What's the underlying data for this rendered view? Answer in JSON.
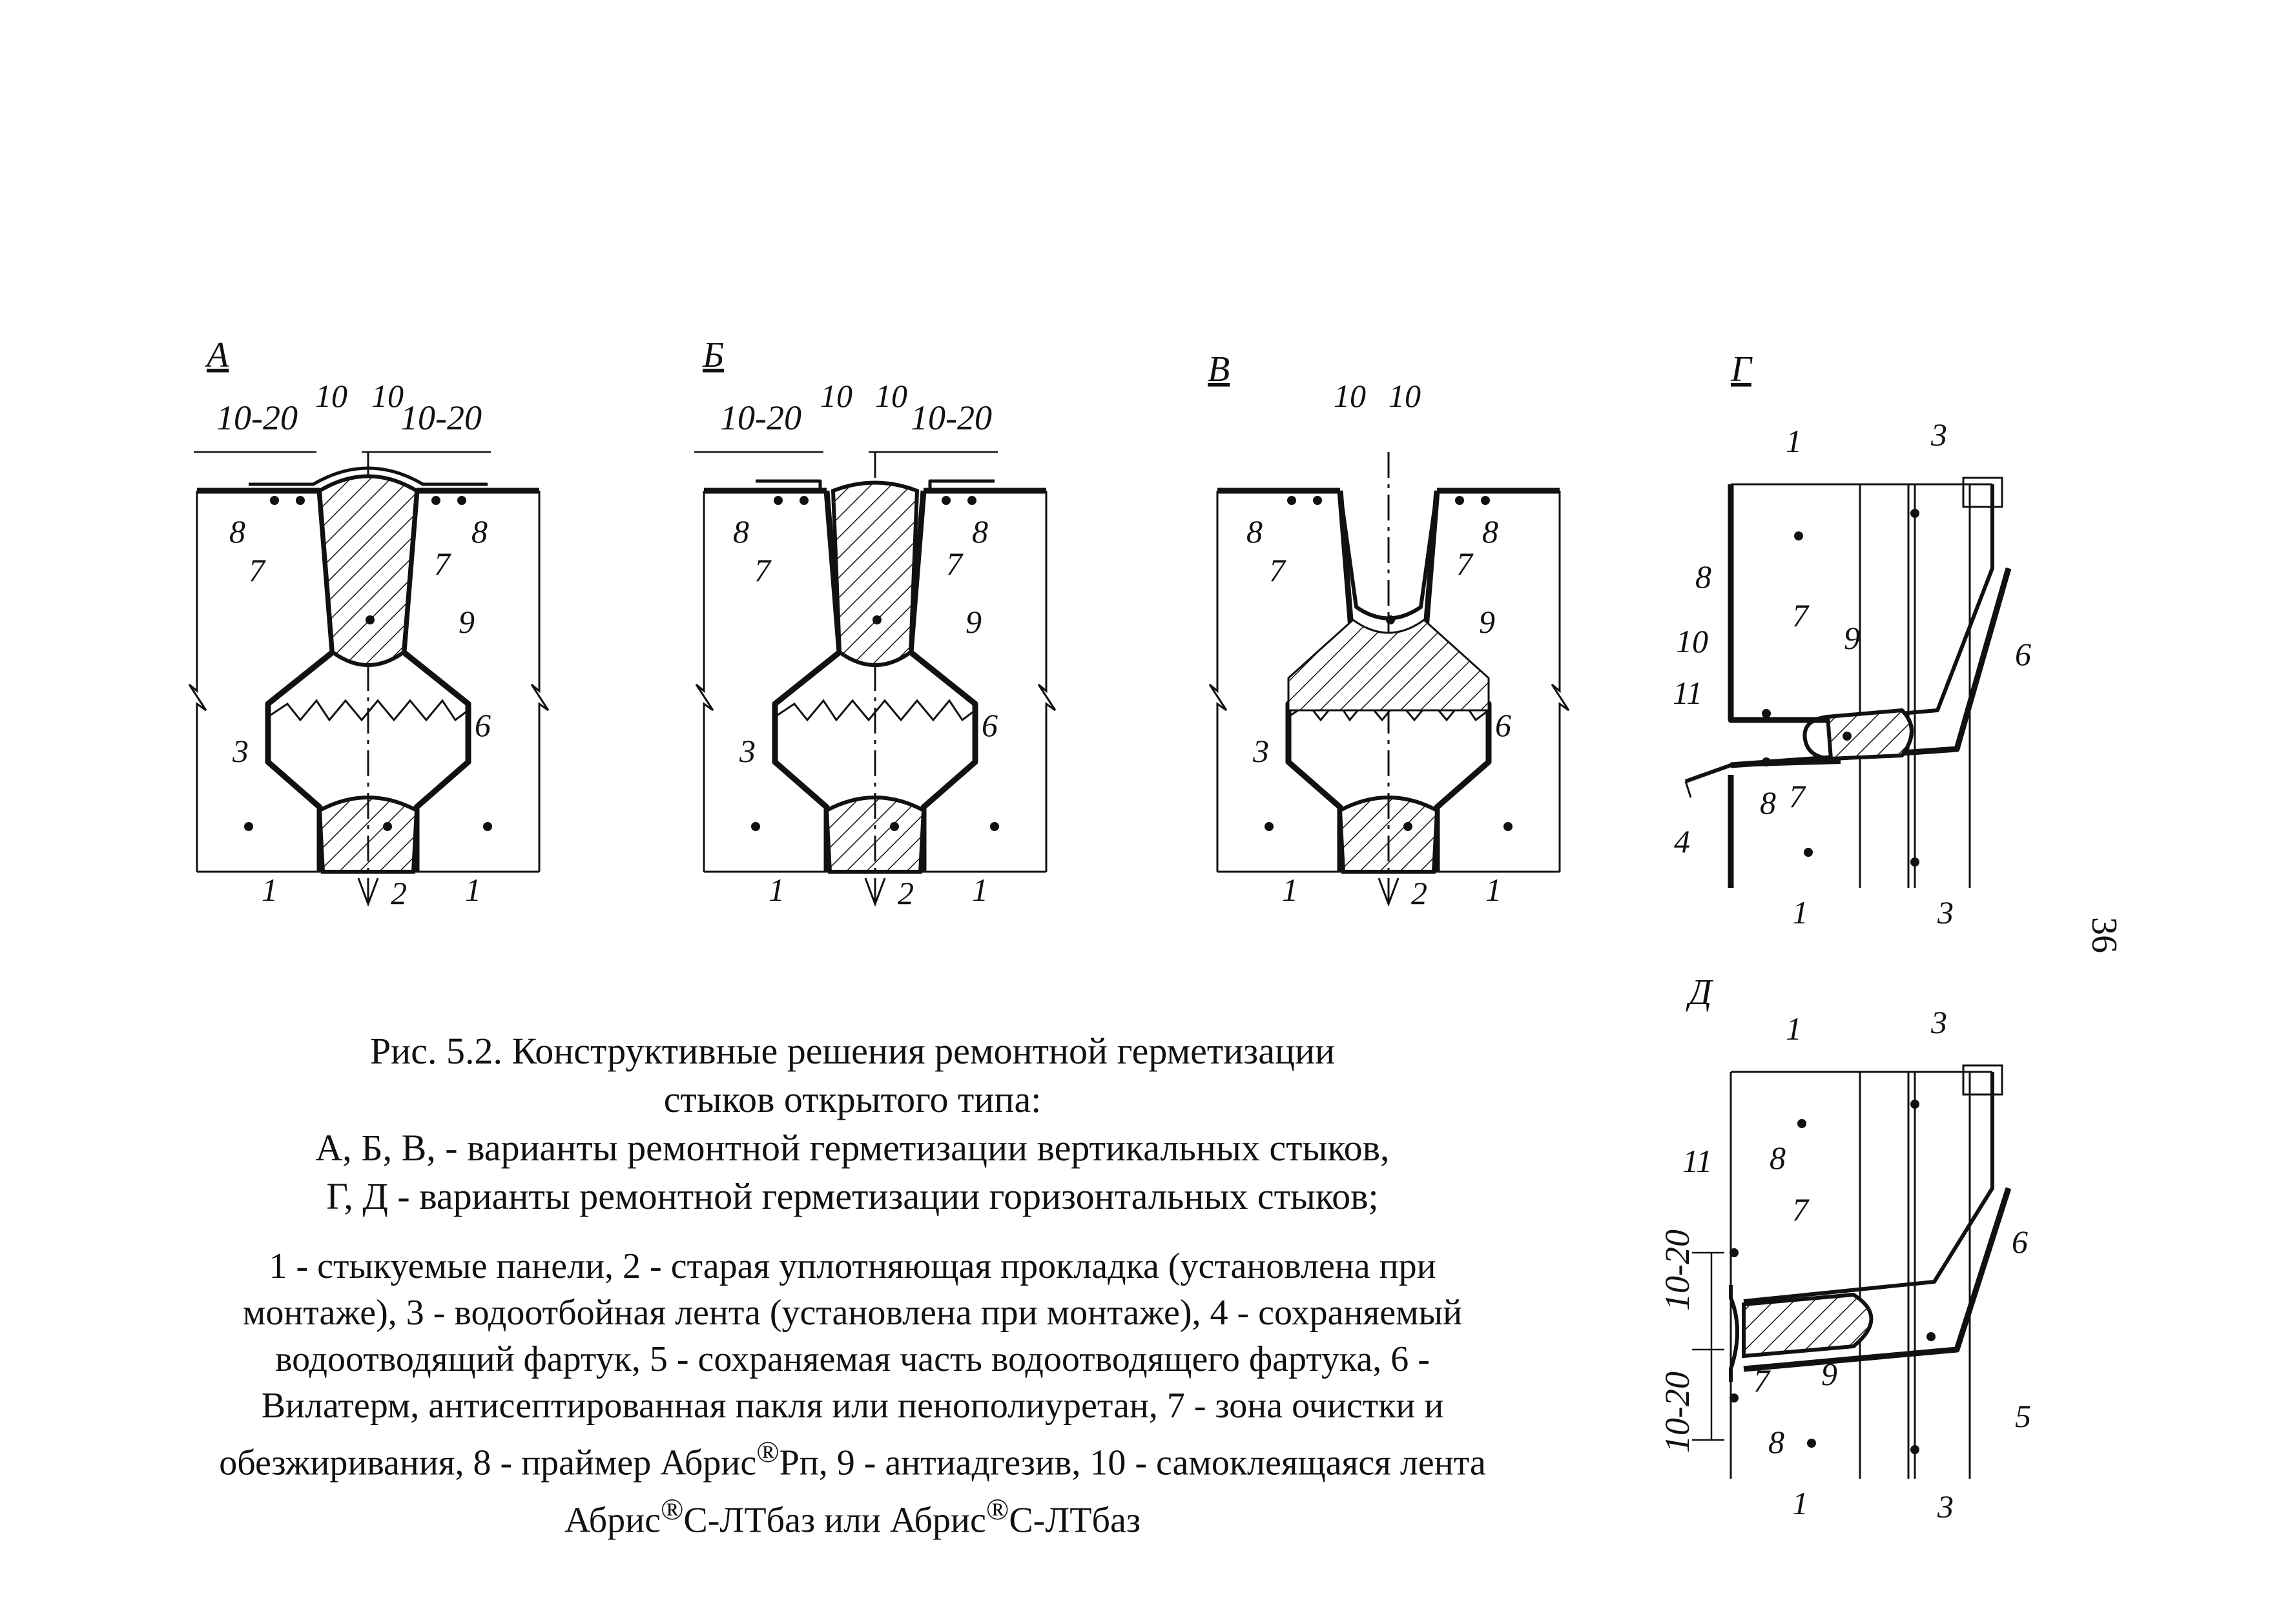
{
  "panels": {
    "A": {
      "letter": "А"
    },
    "B": {
      "letter": "Б"
    },
    "V": {
      "letter": "В"
    },
    "G": {
      "letter": "Г"
    },
    "D": {
      "letter": "Д"
    }
  },
  "dims": {
    "range": "10-20"
  },
  "labels": {
    "n1": "1",
    "n2": "2",
    "n3": "3",
    "n4": "4",
    "n5": "5",
    "n6": "6",
    "n7": "7",
    "n8": "8",
    "n9": "9",
    "n10": "10",
    "n11": "11"
  },
  "caption": {
    "line1": "Рис. 5.2. Конструктивные решения ремонтной герметизации",
    "line2": "стыков открытого типа:",
    "line3": "А, Б, В, - варианты ремонтной герметизации вертикальных стыков,",
    "line4": "Г, Д - варианты ремонтной герметизации горизонтальных стыков;"
  },
  "legend": {
    "part1": "1 - стыкуемые панели, 2 - старая уплотняющая прокладка (установлена при монтаже), 3 - водоотбойная лента (установлена при монтаже), 4 - сохраняемый водоотводящий фартук, 5 - сохраняемая часть водоотводящего фартука, 6 - Вилатерм, антисептированная пакля или пенополиуретан, 7 - зона очистки и обезжиривания, 8 - праймер Абрис",
    "reg": "®",
    "part2": "Рп, 9 - антиадгезив, 10 - самоклеящаяся лента Абрис",
    "part3": "С-ЛТбаз или Абрис",
    "part4": "С-ЛТбаз"
  },
  "page_number": "36"
}
